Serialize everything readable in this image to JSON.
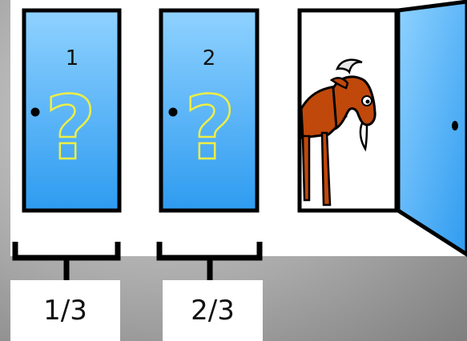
{
  "colors": {
    "door_fill_top": "#8fd2ff",
    "door_fill_bottom": "#2e9bf0",
    "question_mark": "#eeee44",
    "goat_body": "#c0480a",
    "outline": "#000000",
    "panel": "#ffffff"
  },
  "doors": [
    {
      "number": "1",
      "state": "closed",
      "icon": "question-mark-icon"
    },
    {
      "number": "2",
      "state": "closed",
      "icon": "question-mark-icon"
    },
    {
      "number": "",
      "state": "open",
      "reveals": "goat-icon"
    }
  ],
  "probabilities": [
    {
      "label": "1/3"
    },
    {
      "label": "2/3"
    }
  ]
}
